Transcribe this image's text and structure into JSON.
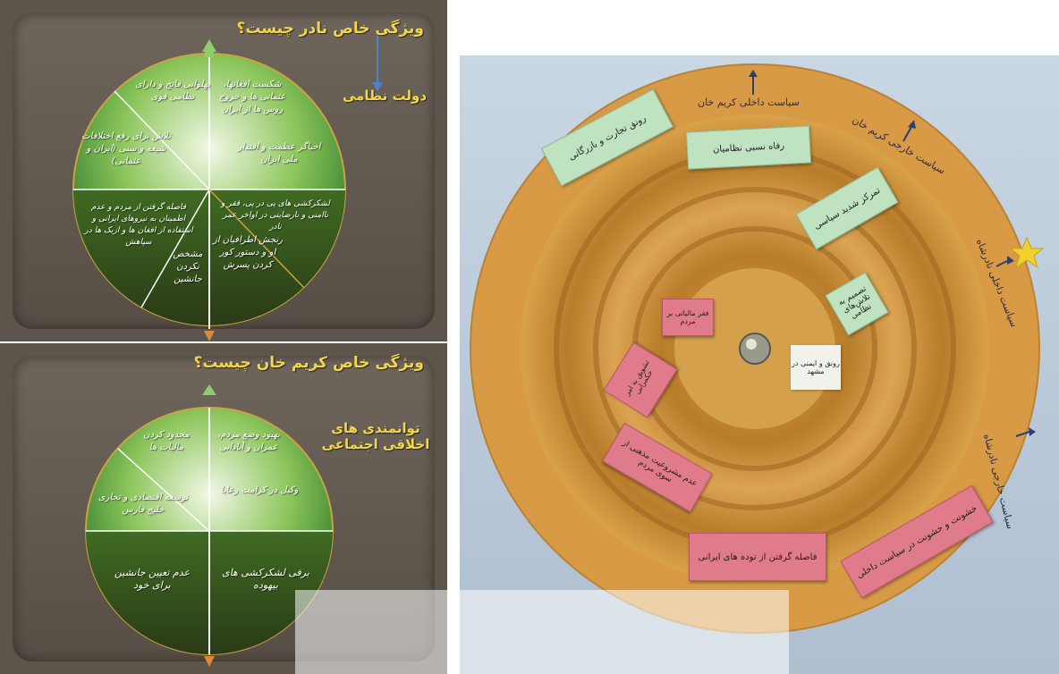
{
  "panel_top": {
    "question": "ویژگی خاص نادر چیست؟",
    "answer": "دولت نظامی",
    "segments": [
      "پهلوانی فاتح و دارای نظامی قوی",
      "شکست افغانها، عثمانی ها و خروج روس ها از ایران",
      "تلاش برای رفع اختلافات شیعه و سنی (ایران و عثمانی)",
      "احیاگر عظمت و اقتدار ملی ایران",
      "فاصله گرفتن از مردم و عدم اطمینان به نیروهای ایرانی و استفاده از افغان ها و ازبک ها در سپاهش",
      "لشکرکشی های پی در پی، فقر و ناامنی و نارضایتی در اواخر عمر نادر",
      "مشخص نکردن جانشین",
      "رنجش اطرافیان از او و دستور کور کردن پسرش"
    ]
  },
  "panel_bottom": {
    "question": "ویژگی خاص کریم خان چیست؟",
    "answer": "توانمندی های اخلاقی اجتماعی",
    "segments": [
      "محدود کردن مالیات ها",
      "بهبود وضع مردم، عمران و آبادانی",
      "توسعه اقتصادی و تجاری خلیج فارس",
      "وکیل در کرامت رعایا",
      "عدم تعیین جانشین برای خود",
      "برفی لشکرکشی های بیهوده"
    ]
  },
  "wheel": {
    "ring_labels": [
      "سیاست داخلی کریم خان",
      "سیاست خارجی کریم خان",
      "سیاست داخلی نادرشاه",
      "سیاست خارجی نادرشاه"
    ],
    "green_cards": [
      "رونق تجارت و بازرگانی",
      "رفاه نسبی نظامیان",
      "تمرکز شدید سیاسی",
      "تصمیم به تلاش‌های نظامی"
    ],
    "pink_cards": [
      "فقر مالیاتی بر مردم",
      "تشویق به امر حکمرانی",
      "عدم مشروعیت مذهبی از سوی مردم",
      "فاصله گرفتن از توده های ایرانی",
      "خشونت و خشونت در سیاست داخلی"
    ],
    "center_note": "رونق و ایمنی در مشهد",
    "colors": {
      "wheel": "#c8923a",
      "green": "#bfe3c1",
      "pink": "#e07b8c"
    }
  }
}
